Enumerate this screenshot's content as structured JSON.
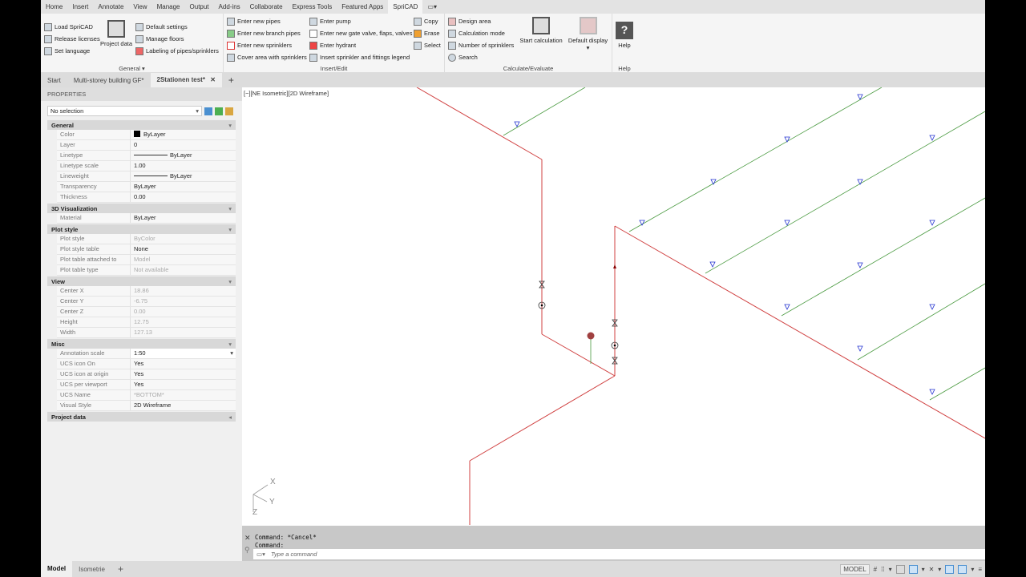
{
  "menu": {
    "tabs": [
      "Home",
      "Insert",
      "Annotate",
      "View",
      "Manage",
      "Output",
      "Add-ins",
      "Collaborate",
      "Express Tools",
      "Featured Apps",
      "SpriCAD"
    ],
    "active": "SpriCAD"
  },
  "ribbon": {
    "general": {
      "title": "General",
      "load": "Load SpriCAD",
      "release": "Release licenses",
      "language": "Set language",
      "project": "Project data",
      "defaults": "Default settings",
      "floors": "Manage floors",
      "labeling": "Labeling of pipes/sprinklers"
    },
    "insert": {
      "title": "Insert/Edit",
      "pipes": "Enter new pipes",
      "branch": "Enter new branch pipes",
      "sprinklers": "Enter new sprinklers",
      "cover": "Cover area with sprinklers",
      "pump": "Enter pump",
      "valve": "Enter new gate valve, flaps, valves",
      "hydrant": "Enter hydrant",
      "legend": "Insert sprinkler and fittings legend",
      "copy": "Copy",
      "erase": "Erase",
      "select": "Select"
    },
    "calc": {
      "title": "Calculate/Evaluate",
      "design": "Design area",
      "mode": "Calculation mode",
      "number": "Number of sprinklers",
      "search": "Search",
      "start": "Start calculation",
      "display": "Default display"
    },
    "help": {
      "title": "Help",
      "help": "Help"
    }
  },
  "doctabs": [
    "Start",
    "Multi-storey building GF*",
    "2Stationen test*"
  ],
  "properties": {
    "title": "PROPERTIES",
    "selection": "No selection",
    "general": {
      "title": "General",
      "rows": [
        [
          "Color",
          "ByLayer"
        ],
        [
          "Layer",
          "0"
        ],
        [
          "Linetype",
          "ByLayer"
        ],
        [
          "Linetype scale",
          "1.00"
        ],
        [
          "Lineweight",
          "ByLayer"
        ],
        [
          "Transparency",
          "ByLayer"
        ],
        [
          "Thickness",
          "0.00"
        ]
      ]
    },
    "vis": {
      "title": "3D Visualization",
      "rows": [
        [
          "Material",
          "ByLayer"
        ]
      ]
    },
    "plot": {
      "title": "Plot style",
      "rows": [
        [
          "Plot style",
          "ByColor"
        ],
        [
          "Plot style table",
          "None"
        ],
        [
          "Plot table attached to",
          "Model"
        ],
        [
          "Plot table type",
          "Not available"
        ]
      ]
    },
    "view": {
      "title": "View",
      "rows": [
        [
          "Center X",
          "18.86"
        ],
        [
          "Center Y",
          "-6.75"
        ],
        [
          "Center Z",
          "0.00"
        ],
        [
          "Height",
          "12.75"
        ],
        [
          "Width",
          "127.13"
        ]
      ]
    },
    "misc": {
      "title": "Misc",
      "rows": [
        [
          "Annotation scale",
          "1:50"
        ],
        [
          "UCS icon On",
          "Yes"
        ],
        [
          "UCS icon at origin",
          "Yes"
        ],
        [
          "UCS per viewport",
          "Yes"
        ],
        [
          "UCS Name",
          "*BOTTOM*"
        ],
        [
          "Visual Style",
          "2D Wireframe"
        ]
      ]
    },
    "project": {
      "title": "Project data"
    }
  },
  "viewport": {
    "label": "[−][NE Isometric][2D Wireframe]",
    "axes": {
      "x": "X",
      "y": "Y",
      "z": "Z"
    },
    "colors": {
      "main_pipe": "#d04040",
      "branch_pipe": "#4a9a40",
      "sprinkler": "#2030d0",
      "hydrant": "#a04040"
    }
  },
  "command": {
    "line1": "Command: *Cancel*",
    "line2": "Command:",
    "placeholder": "Type a command"
  },
  "status": {
    "layouts": [
      "Model",
      "Isometrie"
    ],
    "model": "MODEL"
  }
}
